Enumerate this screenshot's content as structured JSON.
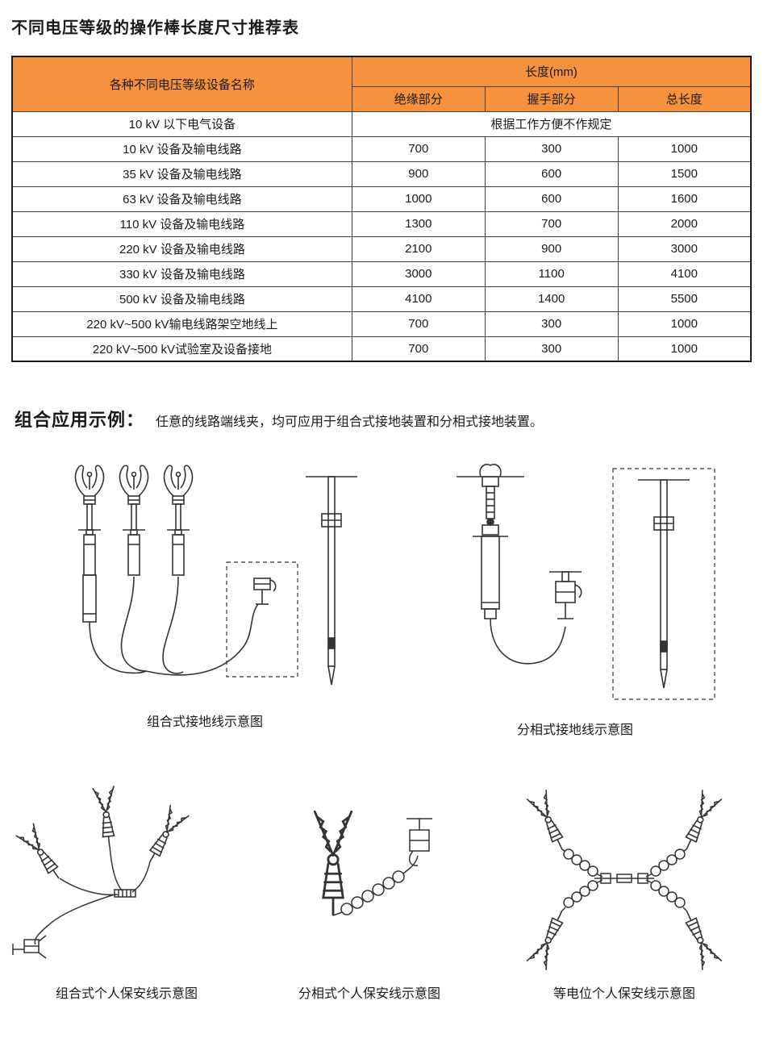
{
  "page": {
    "title": "不同电压等级的操作棒长度尺寸推荐表"
  },
  "table": {
    "header": {
      "device_col": "各种不同电压等级设备名称",
      "length_group": "长度(mm)",
      "sub": [
        "绝缘部分",
        "握手部分",
        "总长度"
      ]
    },
    "special_row": {
      "device": "10 kV 以下电气设备",
      "note": "根据工作方便不作规定"
    },
    "rows": [
      {
        "device": "10 kV 设备及输电线路",
        "insulation": "700",
        "grip": "300",
        "total": "1000"
      },
      {
        "device": "35 kV 设备及输电线路",
        "insulation": "900",
        "grip": "600",
        "total": "1500"
      },
      {
        "device": "63 kV 设备及输电线路",
        "insulation": "1000",
        "grip": "600",
        "total": "1600"
      },
      {
        "device": "110 kV 设备及输电线路",
        "insulation": "1300",
        "grip": "700",
        "total": "2000"
      },
      {
        "device": "220 kV 设备及输电线路",
        "insulation": "2100",
        "grip": "900",
        "total": "3000"
      },
      {
        "device": "330 kV 设备及输电线路",
        "insulation": "3000",
        "grip": "1100",
        "total": "4100"
      },
      {
        "device": "500 kV 设备及输电线路",
        "insulation": "4100",
        "grip": "1400",
        "total": "5500"
      },
      {
        "device": "220 kV~500 kV输电线路架空地线上",
        "insulation": "700",
        "grip": "300",
        "total": "1000"
      },
      {
        "device": "220 kV~500 kV试验室及设备接地",
        "insulation": "700",
        "grip": "300",
        "total": "1000"
      }
    ]
  },
  "example": {
    "heading": "组合应用示例：",
    "description": "任意的线路端线夹，均可应用于组合式接地装置和分相式接地装置。"
  },
  "diagrams": [
    {
      "caption": "组合式接地线示意图"
    },
    {
      "caption": "分相式接地线示意图"
    },
    {
      "caption": "组合式个人保安线示意图"
    },
    {
      "caption": "分相式个人保安线示意图"
    },
    {
      "caption": "等电位个人保安线示意图"
    }
  ],
  "colors": {
    "table_header_bg": "#f6913d",
    "line": "#333333",
    "border": "#3f3f3f"
  }
}
